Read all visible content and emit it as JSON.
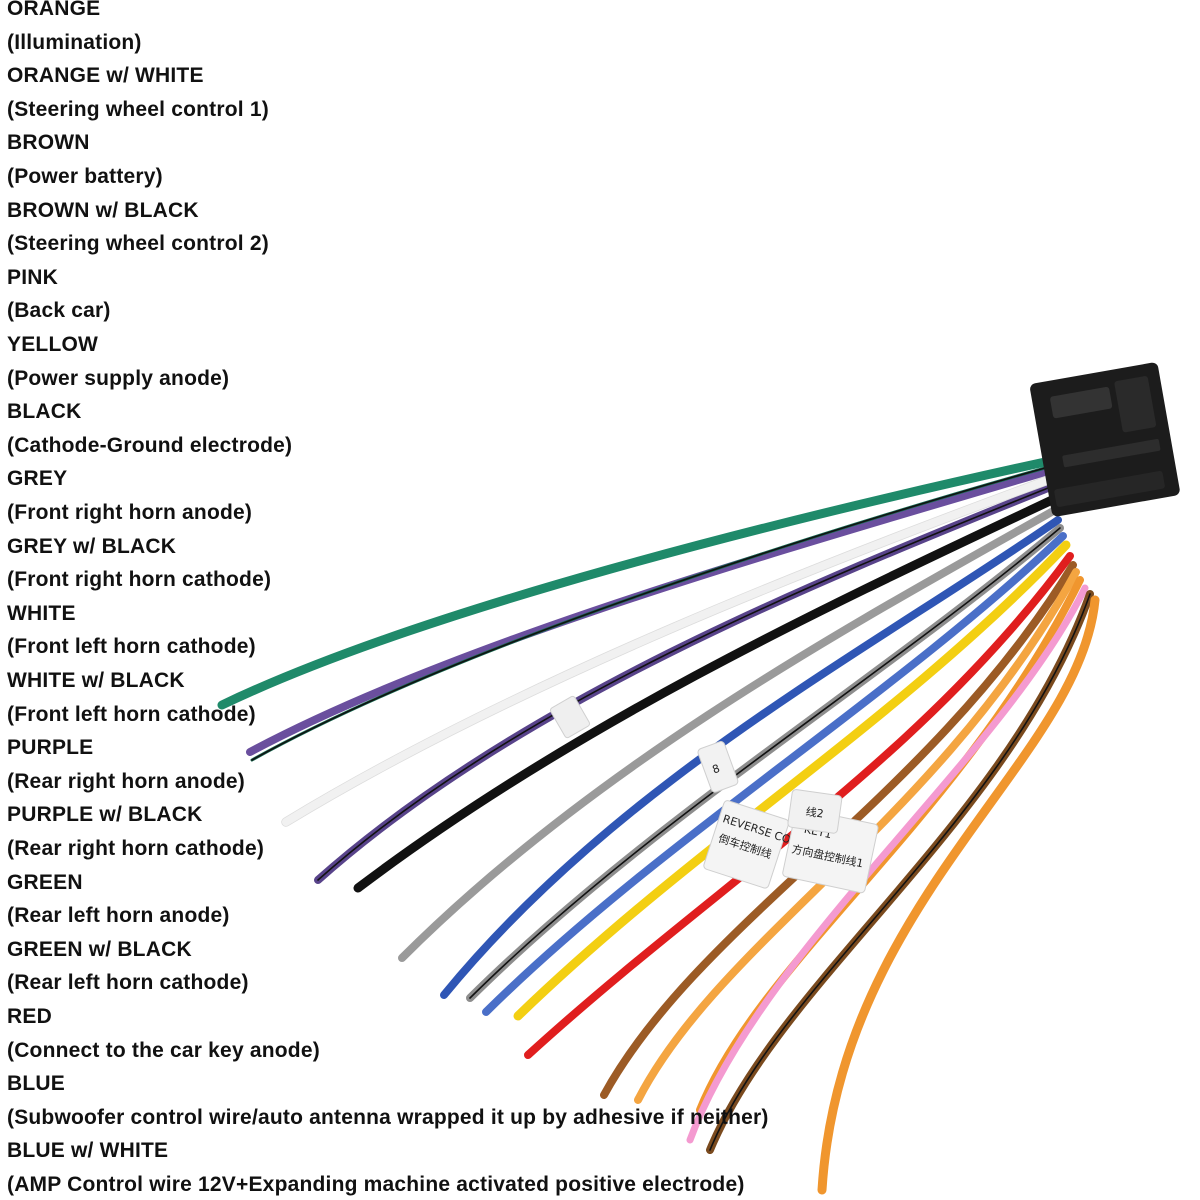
{
  "wires": [
    {
      "color": "ORANGE",
      "function": "(Illumination)",
      "hex": "#f0962e"
    },
    {
      "color": "ORANGE w/ WHITE",
      "function": "(Steering wheel control 1)",
      "hex": "#f4a541"
    },
    {
      "color": "BROWN",
      "function": "(Power battery)",
      "hex": "#9c5b25"
    },
    {
      "color": "BROWN w/ BLACK",
      "function": "(Steering wheel control 2)",
      "hex": "#7a4a1e"
    },
    {
      "color": "PINK",
      "function": "(Back car)",
      "hex": "#f49ad0"
    },
    {
      "color": "YELLOW",
      "function": "(Power supply anode)",
      "hex": "#f3cf12"
    },
    {
      "color": "BLACK",
      "function": "(Cathode-Ground electrode)",
      "hex": "#111111"
    },
    {
      "color": "GREY",
      "function": "(Front right horn anode)",
      "hex": "#9a9a9a"
    },
    {
      "color": "GREY w/ BLACK",
      "function": "(Front right horn cathode)",
      "hex": "#8d8d8d"
    },
    {
      "color": "WHITE",
      "function": "(Front left horn cathode)",
      "hex": "#f3f3f3"
    },
    {
      "color": "WHITE w/ BLACK",
      "function": "(Front left horn cathode)",
      "hex": "#e6e6e6"
    },
    {
      "color": "PURPLE",
      "function": "(Rear right horn anode)",
      "hex": "#6a4f9e"
    },
    {
      "color": "PURPLE w/ BLACK",
      "function": "(Rear right horn cathode)",
      "hex": "#58438a"
    },
    {
      "color": "GREEN",
      "function": "(Rear left horn anode)",
      "hex": "#1f8a6a"
    },
    {
      "color": "GREEN w/ BLACK",
      "function": "(Rear left horn cathode)",
      "hex": "#176a52"
    },
    {
      "color": "RED",
      "function": "(Connect to the car key anode)",
      "hex": "#e01e1e"
    },
    {
      "color": "BLUE",
      "function": "(Subwoofer control wire/auto antenna wrapped it up by adhesive if neither)",
      "hex": "#2f56b5"
    },
    {
      "color": "BLUE w/ WHITE",
      "function": "(AMP Control wire 12V+Expanding machine activated positive electrode)",
      "hex": "#4a6fc8"
    }
  ],
  "tags": {
    "reverse": "REVERSE CONT\n倒车控制线",
    "key1": "KEY1\n方向盘控制线1",
    "key2": "线2",
    "num": "8"
  },
  "colors": {
    "text": "#111111",
    "connector": "#1c1c1c"
  }
}
